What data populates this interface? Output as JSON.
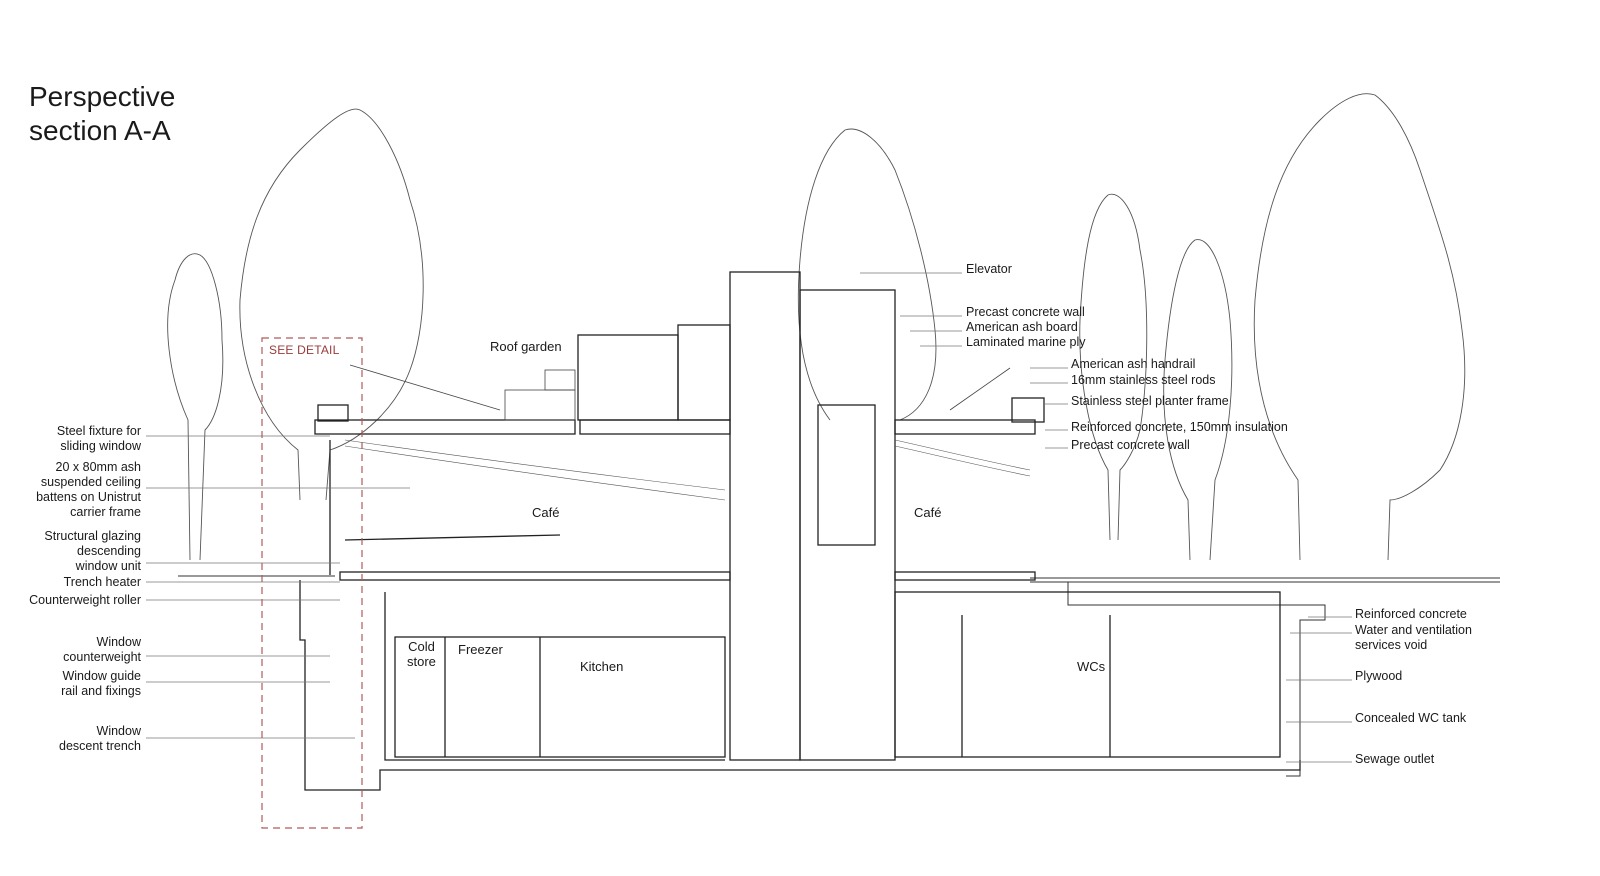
{
  "title": {
    "line1": "Perspective",
    "line2": "section A-A"
  },
  "detail_callout": {
    "label": "SEE DETAIL",
    "color": "#9a3a3a"
  },
  "left_labels": [
    {
      "line1": "Steel fixture for",
      "line2": "sliding window"
    },
    {
      "line1": "20 x 80mm ash",
      "line2": "suspended ceiling",
      "line3": "battens on Unistrut",
      "line4": "carrier frame"
    },
    {
      "line1": "Structural glazing",
      "line2": "descending",
      "line3": "window unit"
    },
    {
      "line1": "Trench heater"
    },
    {
      "line1": "Counterweight roller"
    },
    {
      "line1": "Window",
      "line2": "counterweight"
    },
    {
      "line1": "Window guide",
      "line2": "rail and fixings"
    },
    {
      "line1": "Window",
      "line2": "descent trench"
    }
  ],
  "upper_right_labels": [
    {
      "text": "Elevator"
    },
    {
      "text": "Precast concrete wall"
    },
    {
      "text": "American ash board"
    },
    {
      "text": "Laminated marine ply"
    },
    {
      "text": "American ash handrail"
    },
    {
      "text": "16mm stainless steel rods"
    },
    {
      "text": "Stainless steel planter frame"
    },
    {
      "text": "Reinforced concrete, 150mm insulation"
    },
    {
      "text": "Precast concrete wall"
    }
  ],
  "lower_right_labels": [
    {
      "line1": "Reinforced concrete"
    },
    {
      "line1": "Water and ventilation",
      "line2": "services void"
    },
    {
      "line1": "Plywood"
    },
    {
      "line1": "Concealed WC tank"
    },
    {
      "line1": "Sewage outlet"
    }
  ],
  "rooms": {
    "roof_garden": "Roof garden",
    "cafe_left": "Café",
    "cafe_right": "Café",
    "cold_store_1": "Cold",
    "cold_store_2": "store",
    "freezer": "Freezer",
    "kitchen": "Kitchen",
    "wcs": "WCs"
  }
}
